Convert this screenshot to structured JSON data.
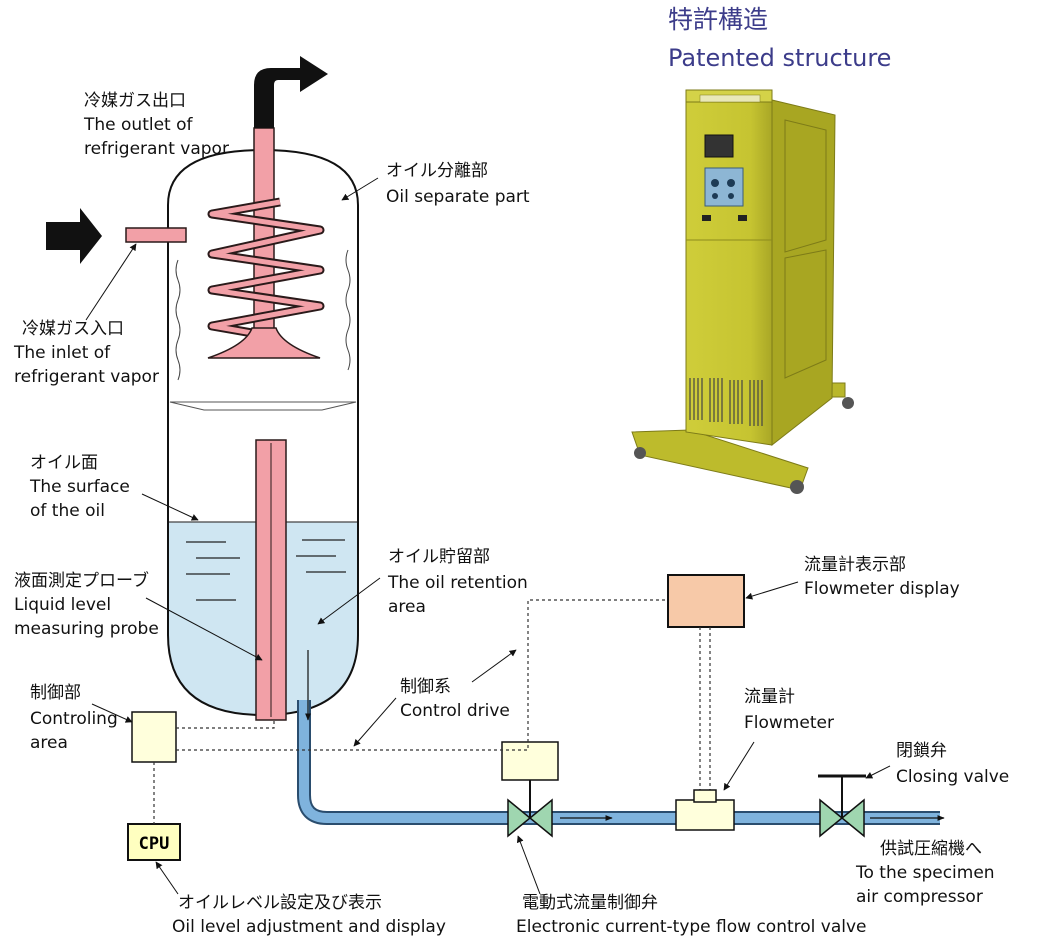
{
  "title": {
    "jp": "特許構造",
    "en": "Patented structure"
  },
  "colors": {
    "title": "#3c3c8a",
    "pink": "#f2a0a7",
    "pink_stroke": "#2a1a1a",
    "liquid": "#cfe6f2",
    "pipe": "#7fb3dd",
    "valve": "#9fd6b0",
    "box_fill": "#ffffdc",
    "display_fill": "#f7c9a8",
    "cpu_fill": "#ffffc0",
    "cabinet": "#c6c431",
    "cabinet_dark": "#8f8d1c",
    "arrow": "#111111"
  },
  "labels": {
    "outlet": {
      "jp": "冷媒ガス出口",
      "en1": "The outlet of",
      "en2": "refrigerant vapor"
    },
    "oil_separate": {
      "jp": "オイル分離部",
      "en1": "Oil separate part"
    },
    "inlet": {
      "jp": "冷媒ガス入口",
      "en1": "The inlet of",
      "en2": "refrigerant vapor"
    },
    "oil_surface": {
      "jp": "オイル面",
      "en1": "The surface",
      "en2": "of the oil"
    },
    "oil_retention": {
      "jp": "オイル貯留部",
      "en1": "The oil retention",
      "en2": "area"
    },
    "probe": {
      "jp": "液面測定プローブ",
      "en1": "Liquid level",
      "en2": "measuring probe"
    },
    "control_part": {
      "jp": "制御部",
      "en1": "Controling",
      "en2": "area"
    },
    "control_drive": {
      "jp": "制御系",
      "en1": "Control drive"
    },
    "flowmeter_display": {
      "jp": "流量計表示部",
      "en1": "Flowmeter display"
    },
    "flowmeter": {
      "jp": "流量計",
      "en1": "Flowmeter"
    },
    "closing_valve": {
      "jp": "閉鎖弁",
      "en1": "Closing valve"
    },
    "to_compressor": {
      "jp": "供試圧縮機へ",
      "en1": "To the specimen",
      "en2": "air compressor"
    },
    "oil_level": {
      "jp": "オイルレベル設定及び表示",
      "en1": "Oil level adjustment and display"
    },
    "flow_valve": {
      "jp": "電動式流量制御弁",
      "en1": "Electronic current-type flow control valve"
    },
    "cpu": "CPU"
  }
}
